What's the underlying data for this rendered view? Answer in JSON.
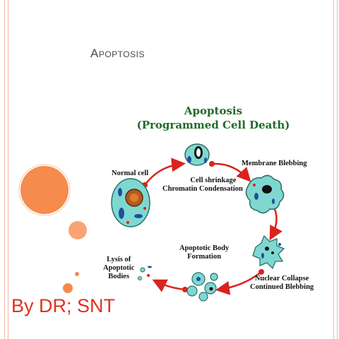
{
  "slide": {
    "title": "Apoptosis",
    "author": "By DR; SNT"
  },
  "diagram": {
    "heading_line1": "Apoptosis",
    "heading_line2": "(Programmed Cell Death)",
    "stages": {
      "normal_cell": "Normal cell",
      "shrinkage_line1": "Cell shrinkage",
      "shrinkage_line2": "Chromatin Condensation",
      "blebbing": "Membrane Blebbing",
      "collapse_line1": "Nuclear Collapse",
      "collapse_line2": "Continued Blebbing",
      "body_line1": "Apoptotic Body",
      "body_line2": "Formation",
      "lysis_line1": "Lysis of",
      "lysis_line2": "Apoptotic",
      "lysis_line3": "Bodies"
    }
  },
  "colors": {
    "title_text": "#4a4a4a",
    "heading": "#1f6b2a",
    "author": "#e0311d",
    "arrow": "#d9231d",
    "circle_orange": "#f58b4c",
    "cell_fill": "#7fd8d0"
  }
}
